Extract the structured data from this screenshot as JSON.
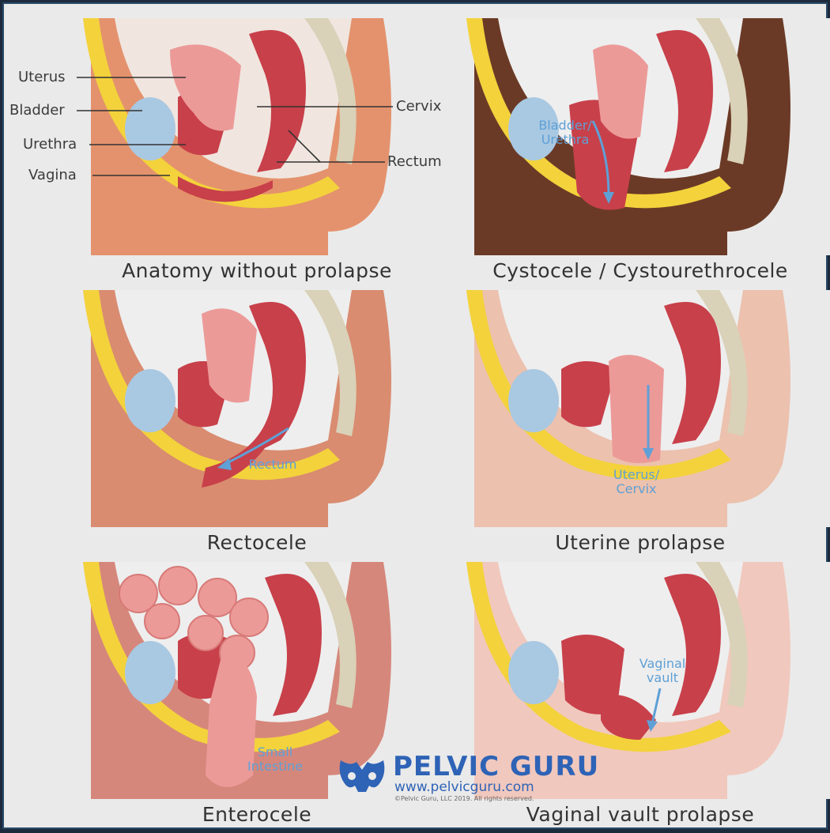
{
  "panels": [
    {
      "caption": "Anatomy without prolapse",
      "skin": "#e4926d",
      "skin_dark": "#c96f4d",
      "belly_bg": "#f0e6df"
    },
    {
      "caption": "Cystocele / Cystourethrocele",
      "skin": "#6b3a26",
      "skin_dark": "#4d2414",
      "belly_bg": "#eeeeee"
    },
    {
      "caption": "Rectocele",
      "skin": "#d98c70",
      "skin_dark": "#b96c50",
      "belly_bg": "#eeeeee"
    },
    {
      "caption": "Uterine prolapse",
      "skin": "#ecc1ae",
      "skin_dark": "#d6a28b",
      "belly_bg": "#eeeeee"
    },
    {
      "caption": "Enterocele",
      "skin": "#d6877b",
      "skin_dark": "#b8665b",
      "belly_bg": "#eeeeee"
    },
    {
      "caption": "Vaginal vault prolapse",
      "skin": "#f1c8bd",
      "skin_dark": "#d9a99b",
      "belly_bg": "#eeeeee"
    }
  ],
  "callouts": {
    "uterus": "Uterus",
    "bladder": "Bladder",
    "urethra": "Urethra",
    "vagina": "Vagina",
    "cervix": "Cervix",
    "rectum": "Rectum"
  },
  "inner_labels": {
    "bladder_urethra": "Bladder/\nUrethra",
    "rectum": "Rectum",
    "uterus_cervix": "Uterus/\nCervix",
    "small_intestine": "Small\nIntestine",
    "vaginal_vault": "Vaginal\nvault"
  },
  "logo": {
    "name": "PELVIC GURU",
    "url": "www.pelvicguru.com",
    "copyright": "©Pelvic Guru, LLC 2019. All rights reserved."
  },
  "colors": {
    "fat": "#f3d23c",
    "bladder": "#a9c8e2",
    "organ": "#c8404a",
    "organ_light": "#ec9a98",
    "bone": "#d9d1b8",
    "arrow": "#5fa0d6"
  }
}
